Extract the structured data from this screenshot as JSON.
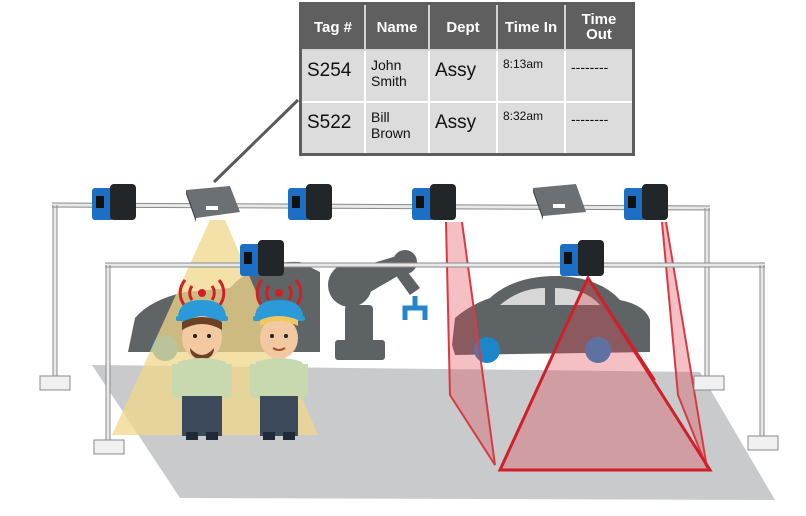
{
  "table": {
    "headers": [
      "Tag #",
      "Name",
      "Dept",
      "Time In",
      "Time Out"
    ],
    "rows": [
      {
        "tag": "S254",
        "name": "John Smith",
        "dept": "Assy",
        "time_in": "8:13am",
        "time_out": "--------"
      },
      {
        "tag": "S522",
        "name": "Bill Brown",
        "dept": "Assy",
        "time_in": "8:32am",
        "time_out": "--------"
      }
    ]
  },
  "colors": {
    "camera_blue": "#1c6fc2",
    "reader_gray": "#6b7075",
    "rfid_zone": "#f0d78a",
    "laser_zone": "#e04a55",
    "rfid_wave": "#d21f26",
    "floor": "#c8cacb",
    "silhouette": "#5d6264"
  }
}
